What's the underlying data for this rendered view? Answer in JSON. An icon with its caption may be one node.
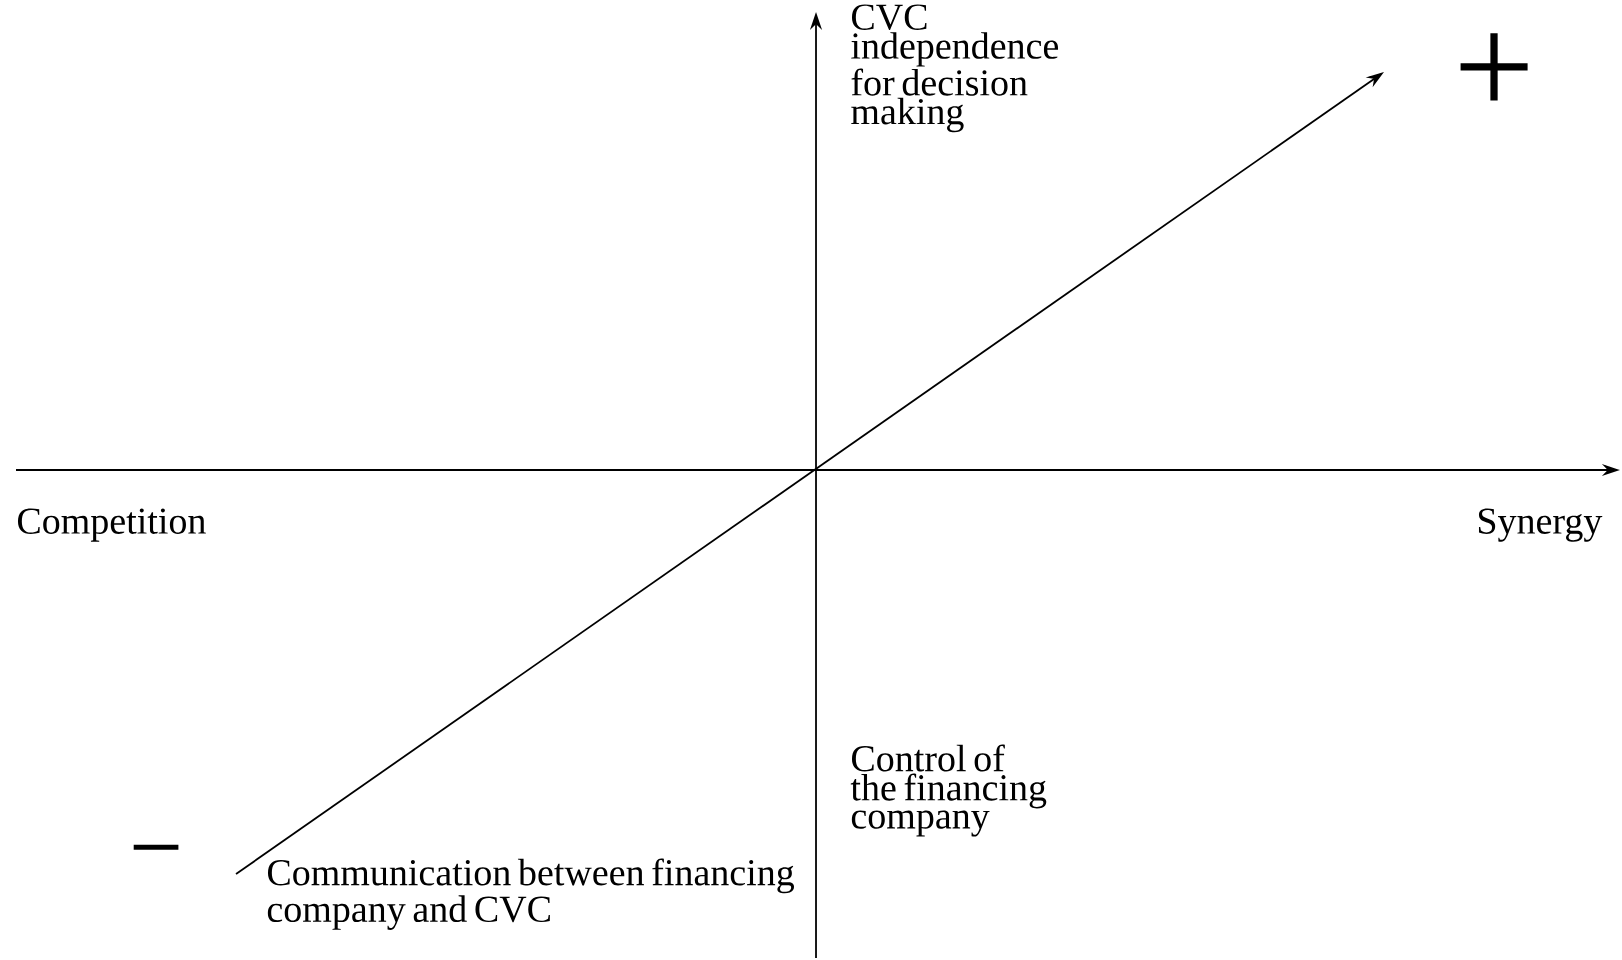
{
  "diagram": {
    "labels": [
      "CVC independence for decision making",
      "+",
      "Competition",
      "Synergy",
      "−",
      "Control of the financing company",
      "Communication between financing company and CVC"
    ]
  }
}
